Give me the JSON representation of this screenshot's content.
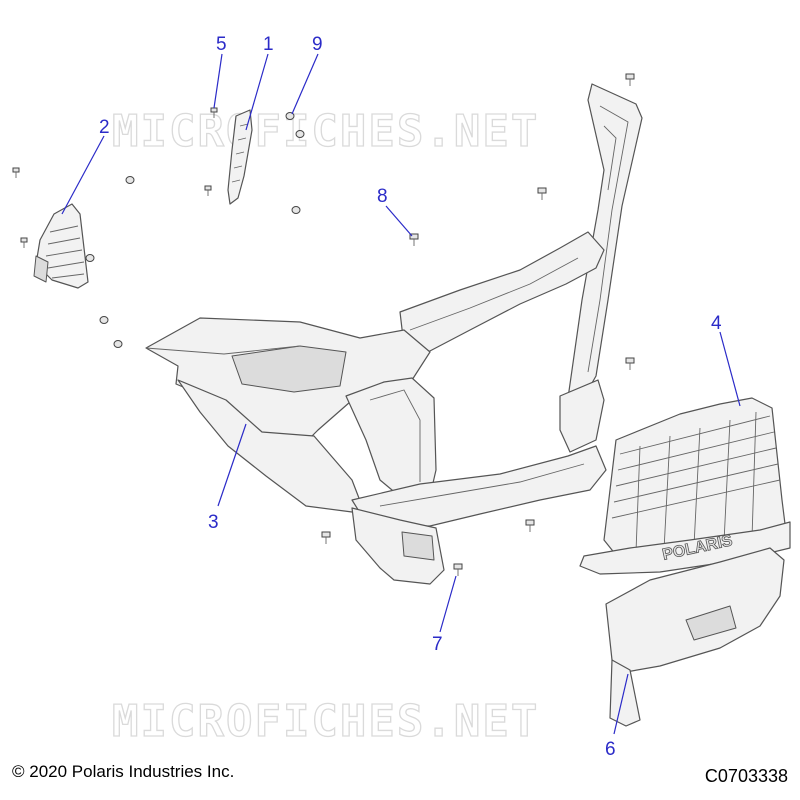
{
  "watermarks": [
    "MICROFICHES.NET",
    "MICROFICHES.NET"
  ],
  "callouts": [
    {
      "id": "1",
      "label": "1"
    },
    {
      "id": "2",
      "label": "2"
    },
    {
      "id": "3",
      "label": "3"
    },
    {
      "id": "4",
      "label": "4"
    },
    {
      "id": "5",
      "label": "5"
    },
    {
      "id": "6",
      "label": "6"
    },
    {
      "id": "7",
      "label": "7"
    },
    {
      "id": "8",
      "label": "8"
    },
    {
      "id": "9",
      "label": "9"
    }
  ],
  "grille_logo": "POLARIS",
  "footer": {
    "copyright": "© 2020 Polaris Industries Inc.",
    "drawing_id": "C0703338"
  },
  "colors": {
    "callout": "#2b2bc8",
    "part_fill": "#f2f2f2",
    "outline": "#555555",
    "watermark": "#dadada"
  }
}
